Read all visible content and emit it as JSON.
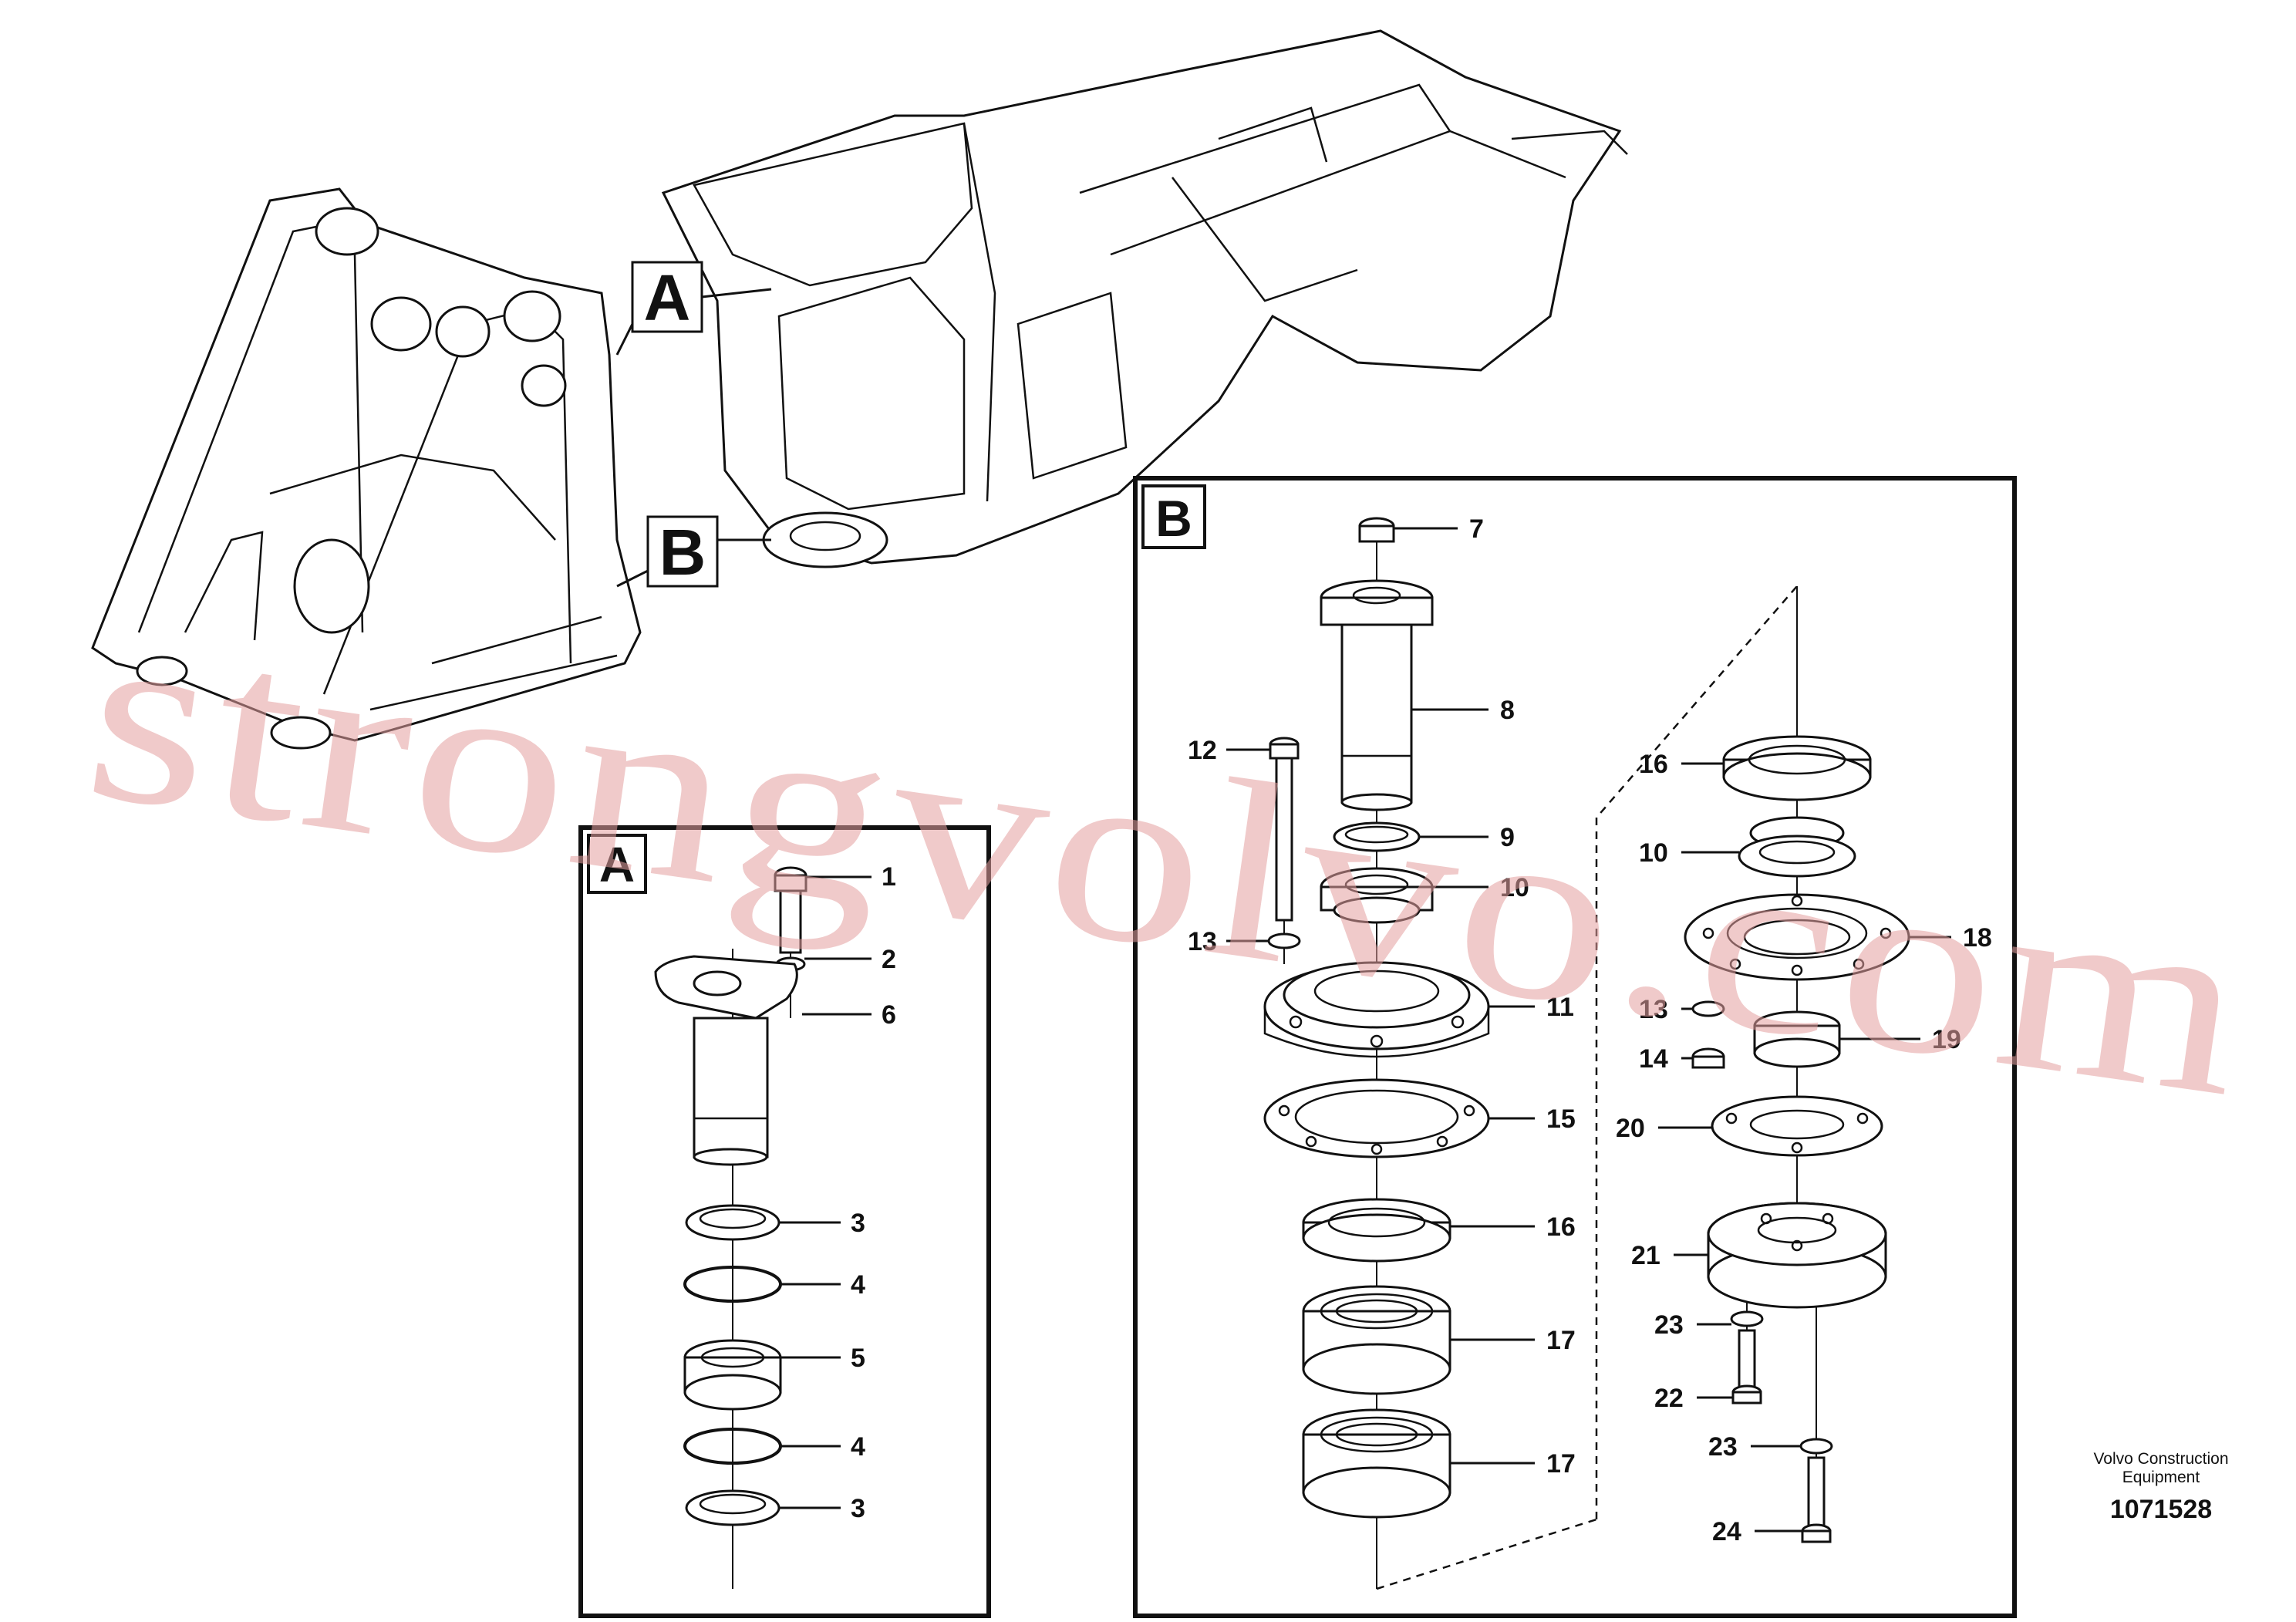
{
  "diagram": {
    "callout_a": "A",
    "callout_b": "B",
    "panel_a_title": "A",
    "panel_b_title": "B",
    "panel_a_labels": [
      "1",
      "2",
      "6",
      "3",
      "4",
      "5",
      "4",
      "3"
    ],
    "panel_b_labels": [
      "7",
      "8",
      "12",
      "9",
      "10",
      "13",
      "11",
      "15",
      "16",
      "17",
      "17",
      "16",
      "10",
      "18",
      "13",
      "19",
      "14",
      "20",
      "21",
      "23",
      "22",
      "23",
      "24"
    ],
    "caption_line1": "Volvo Construction",
    "caption_line2": "Equipment",
    "doc_number": "1071528"
  },
  "watermark": {
    "text": "strongvolvo.com",
    "color": "#e4a0a0"
  },
  "colors": {
    "line": "#111111",
    "background": "#ffffff"
  }
}
